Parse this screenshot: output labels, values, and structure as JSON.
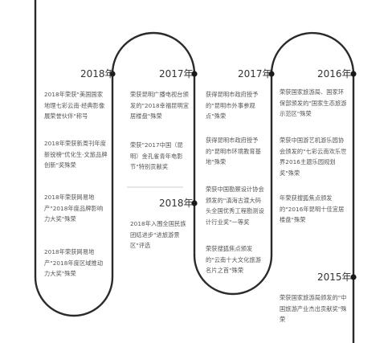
{
  "colors": {
    "line": "#2a2a2a",
    "dot": "#1a1a1a",
    "text": "#555555"
  },
  "col1": {
    "year": "2018年",
    "items": [
      "2018年荣获\"美国国家地理七彩云南·经典影像展荣誉伙伴\"称号",
      "2018年荣获新周刊年度新锐榜\"优化生·文旅品牌创新\"奖殊荣",
      "2018年荣获网易地产\"2018年度品牌影响力大奖\"殊荣",
      "2018年荣获网易地产\"2018年度区域推动力大奖\"殊荣"
    ]
  },
  "col2": {
    "year_top": "2017年",
    "items_top": [
      "荣获昆明广播电视台颁发的\"2018幸福昆明宜居楼盘\"殊荣",
      "荣获\"2017中国（昆明）金孔雀青年电影节\"特别贡献奖"
    ],
    "year_bottom": "2018年",
    "items_bottom": [
      "2018年入围全国民族团结进步\"进旅游景区\"评选"
    ]
  },
  "col3": {
    "year": "2017年",
    "items": [
      "获得昆明市政府授予的\"昆明市外事参观点\"殊荣",
      "获得昆明市政府授予的\"昆明市环境教育基地\"殊荣",
      "荣获中国勘察设计协会颁发的\"滇海古渡大码头全国优秀工程勘测设计行业奖\"一等奖",
      "荣获搜狐焦点颁发的\"云南十大文化旅游名片之首\"殊荣"
    ]
  },
  "col4": {
    "year_top": "2016年",
    "items_top": [
      "荣获国家旅游局、国家环保部颁发的\"国家生态旅游示范区\"殊荣",
      "荣获中国游艺机游乐园协会颁发的\"七彩云南欢乐世界2016主题乐园规划奖\"殊荣",
      "年荣获搜狐焦点颁发的\"2016年昆明十佳宜居楼盘\"殊荣"
    ],
    "year_bottom": "2015年",
    "items_bottom": [
      "荣获国家旅游局颁发的\"中国旅游产业杰出贡献奖\"殊荣"
    ]
  }
}
